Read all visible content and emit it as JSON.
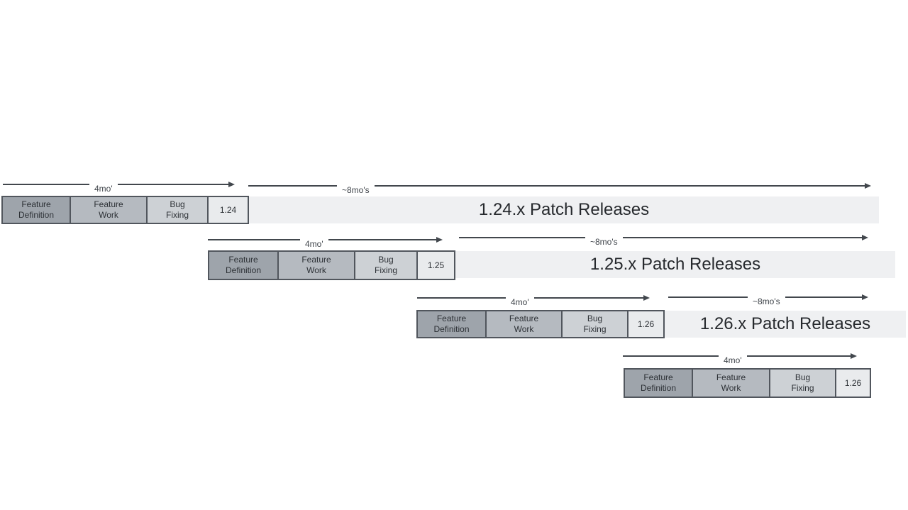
{
  "cycles": [
    {
      "version": "1.24",
      "dev_duration_label": "4mo'",
      "patch_duration_label": "~8mo's",
      "stages": [
        "Feature\nDefinition",
        "Feature\nWork",
        "Bug\nFixing"
      ],
      "patch_release_label": "1.24.x Patch Releases"
    },
    {
      "version": "1.25",
      "dev_duration_label": "4mo'",
      "patch_duration_label": "~8mo's",
      "stages": [
        "Feature\nDefinition",
        "Feature\nWork",
        "Bug\nFixing"
      ],
      "patch_release_label": "1.25.x Patch Releases"
    },
    {
      "version": "1.26",
      "dev_duration_label": "4mo'",
      "patch_duration_label": "~8mo's",
      "stages": [
        "Feature\nDefinition",
        "Feature\nWork",
        "Bug\nFixing"
      ],
      "patch_release_label": "1.26.x Patch Releases"
    },
    {
      "version": "1.26",
      "dev_duration_label": "4mo'",
      "stages": [
        "Feature\nDefinition",
        "Feature\nWork",
        "Bug\nFixing"
      ]
    }
  ],
  "colors": {
    "bg": "#ffffff",
    "border": "#51565d",
    "arrow": "#42474d",
    "label": "#3f444a",
    "stage-fd": "#9ea4ab",
    "stage-fw": "#b5bac0",
    "stage-bf": "#cdd1d5",
    "stage-ver": "#e9ebed",
    "patch-bar": "#eff0f2",
    "stage-text": "#2d3136",
    "patch-text": "#26292d"
  }
}
